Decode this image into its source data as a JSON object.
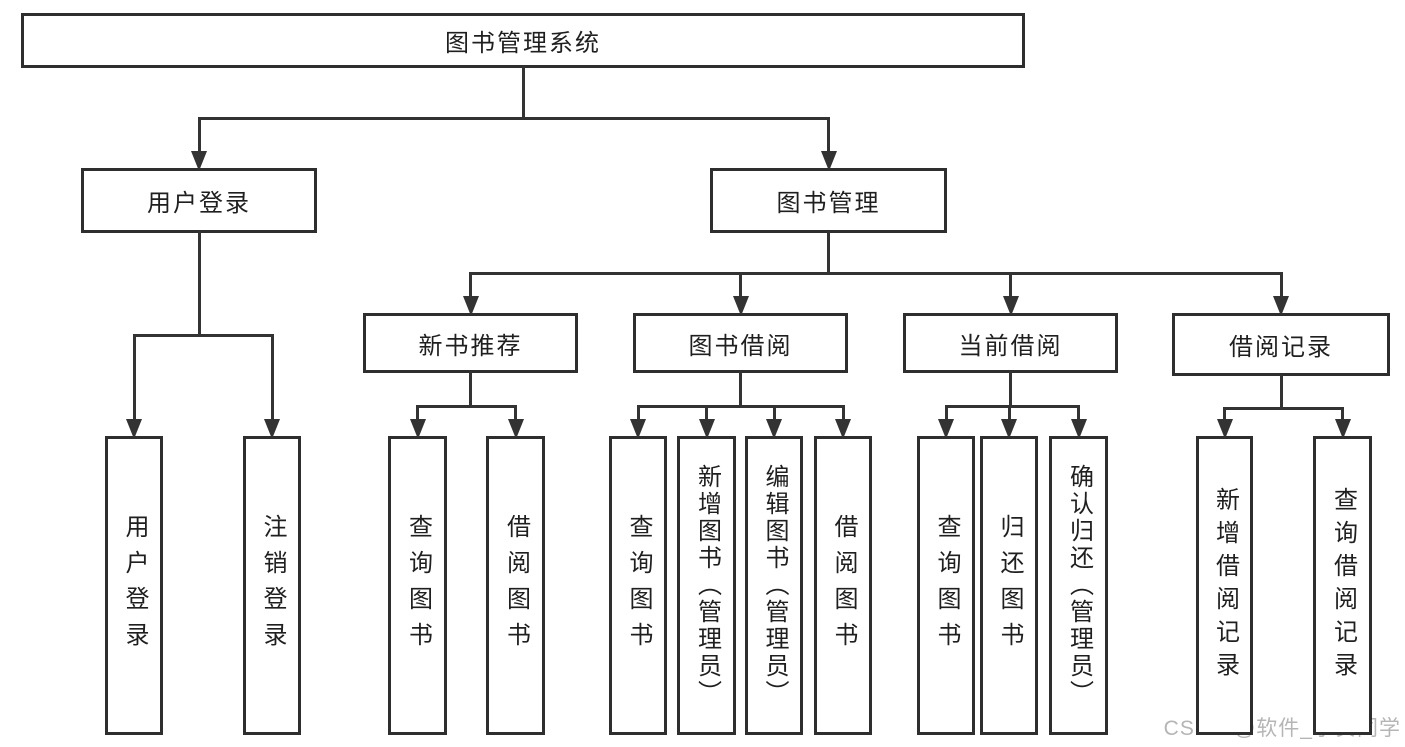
{
  "page": {
    "background": "#ffffff"
  },
  "colors": {
    "line": "#333333",
    "box_border": "#2e2e2e",
    "text": "#1f1f1f",
    "watermark": "#b5b5b5"
  },
  "watermark": "CSDN @软件_小贺同学",
  "diagram": {
    "title": "图书管理系统",
    "nodes": [
      {
        "id": "root",
        "label": "图书管理系统",
        "orientation": "horizontal"
      },
      {
        "id": "user-login",
        "label": "用户登录",
        "orientation": "horizontal"
      },
      {
        "id": "book-mgmt",
        "label": "图书管理",
        "orientation": "horizontal"
      },
      {
        "id": "new-book-rec",
        "label": "新书推荐",
        "orientation": "horizontal"
      },
      {
        "id": "book-borrow",
        "label": "图书借阅",
        "orientation": "horizontal"
      },
      {
        "id": "current-borrow",
        "label": "当前借阅",
        "orientation": "horizontal"
      },
      {
        "id": "borrow-record",
        "label": "借阅记录",
        "orientation": "horizontal"
      },
      {
        "id": "ul-user-login",
        "label": "用户登录",
        "orientation": "vertical"
      },
      {
        "id": "ul-logout",
        "label": "注销登录",
        "orientation": "vertical"
      },
      {
        "id": "nb-query",
        "label": "查询图书",
        "orientation": "vertical"
      },
      {
        "id": "nb-borrow",
        "label": "借阅图书",
        "orientation": "vertical"
      },
      {
        "id": "bb-query",
        "label": "查询图书",
        "orientation": "vertical"
      },
      {
        "id": "bb-add",
        "label": "新增图书（管理员）",
        "orientation": "vertical"
      },
      {
        "id": "bb-edit",
        "label": "编辑图书（管理员）",
        "orientation": "vertical"
      },
      {
        "id": "bb-borrow",
        "label": "借阅图书",
        "orientation": "vertical"
      },
      {
        "id": "cb-query",
        "label": "查询图书",
        "orientation": "vertical"
      },
      {
        "id": "cb-return",
        "label": "归还图书",
        "orientation": "vertical"
      },
      {
        "id": "cb-confirm",
        "label": "确认归还（管理员）",
        "orientation": "vertical"
      },
      {
        "id": "br-add",
        "label": "新增借阅记录",
        "orientation": "vertical"
      },
      {
        "id": "br-query",
        "label": "查询借阅记录",
        "orientation": "vertical"
      }
    ],
    "hierarchy": [
      {
        "parent": "root",
        "children": [
          "user-login",
          "book-mgmt"
        ]
      },
      {
        "parent": "user-login",
        "children": [
          "ul-user-login",
          "ul-logout"
        ]
      },
      {
        "parent": "book-mgmt",
        "children": [
          "new-book-rec",
          "book-borrow",
          "current-borrow",
          "borrow-record"
        ]
      },
      {
        "parent": "new-book-rec",
        "children": [
          "nb-query",
          "nb-borrow"
        ]
      },
      {
        "parent": "book-borrow",
        "children": [
          "bb-query",
          "bb-add",
          "bb-edit",
          "bb-borrow"
        ]
      },
      {
        "parent": "current-borrow",
        "children": [
          "cb-query",
          "cb-return",
          "cb-confirm"
        ]
      },
      {
        "parent": "borrow-record",
        "children": [
          "br-add",
          "br-query"
        ]
      }
    ]
  }
}
